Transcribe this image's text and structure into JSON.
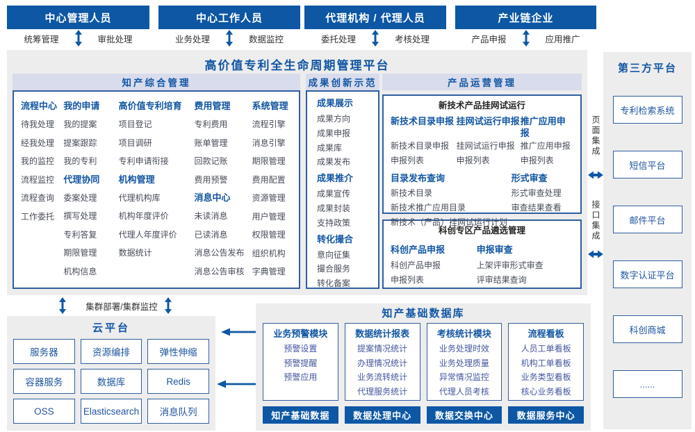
{
  "colors": {
    "primary_blue": "#0d57a4",
    "accent_text": "#1256a3",
    "panel_gray": "#ededed",
    "band_lavender": "#d9dcec",
    "box_border": "#2e5e9f"
  },
  "page": {
    "title": "高价值专利全生命周期管理平台"
  },
  "actors": [
    {
      "name": "中心管理人员",
      "left_action": "统筹管理",
      "right_action": "审批处理"
    },
    {
      "name": "中心工作人员",
      "left_action": "业务处理",
      "right_action": "数据监控"
    },
    {
      "name": "代理机构 / 代理人员",
      "left_action": "委托处理",
      "right_action": "考核处理"
    },
    {
      "name": "产业链企业",
      "left_action": "产品申报",
      "right_action": "应用推广"
    }
  ],
  "sections": {
    "ip": {
      "title": "知产综合管理",
      "columns": [
        {
          "groups": [
            {
              "header": "流程中心",
              "items": [
                "待我处理",
                "经我处理",
                "我的监控",
                "流程监控",
                "流程查询",
                "工作委托"
              ]
            }
          ]
        },
        {
          "groups": [
            {
              "header": "我的申请",
              "items": [
                "我的提案",
                "提案跟踪",
                "我的专利"
              ]
            },
            {
              "header": "代理协同",
              "items": [
                "委案处理",
                "撰写处理",
                "专利答复",
                "期限管理",
                "机构信息"
              ]
            }
          ]
        },
        {
          "groups": [
            {
              "header": "高价值专利培育",
              "items": [
                "项目登记",
                "项目调研",
                "专利申请衔接"
              ]
            },
            {
              "header": "机构管理",
              "items": [
                "代理机构库",
                "机构年度评价",
                "代理人年度评价",
                "数据统计"
              ]
            }
          ]
        },
        {
          "groups": [
            {
              "header": "费用管理",
              "items": [
                "专利费用",
                "账单管理",
                "回款记账",
                "费用预警"
              ]
            },
            {
              "header": "消息中心",
              "items": [
                "未读消息",
                "已读消息",
                "消息公告发布",
                "消息公告审核"
              ]
            }
          ]
        },
        {
          "groups": [
            {
              "header": "系统管理",
              "items": [
                "流程引擎",
                "消息引擎",
                "期限管理",
                "费用配置",
                "资源管理",
                "用户管理",
                "权限管理",
                "组织机构",
                "字典管理"
              ]
            }
          ]
        }
      ]
    },
    "achievement": {
      "title": "成果创新示范",
      "groups": [
        {
          "header": "成果展示",
          "items": [
            "成果方向",
            "成果申报",
            "成果库",
            "成果发布"
          ]
        },
        {
          "header": "成果推介",
          "items": [
            "成果宣传",
            "成果封装",
            "支持政策"
          ]
        },
        {
          "header": "转化撮合",
          "items": [
            "意向征集",
            "撮合服务",
            "转化备案"
          ]
        }
      ]
    },
    "product_ops": {
      "title": "产品运营管理",
      "box_a": {
        "title": "新技术产品挂网试运行",
        "columns": [
          {
            "header": "新技术目录申报",
            "items": [
              "新技术目录申报",
              "申报列表"
            ]
          },
          {
            "header": "挂网试运行申报",
            "items": [
              "挂网试运行申报",
              "申报列表"
            ]
          },
          {
            "header": "推广应用申报",
            "items": [
              "推广应用申报",
              "申报列表"
            ]
          }
        ],
        "footer_groups": [
          {
            "header": "目录发布查询",
            "items": [
              "新技术目录",
              "新技术推广应用目录",
              "新技术（产品）挂网试运行计划"
            ]
          },
          {
            "header": "形式审查",
            "items": [
              "形式审查处理",
              "审查结果查看"
            ]
          }
        ]
      },
      "box_b": {
        "title": "科创专区产品遴选管理",
        "columns": [
          {
            "header": "科创产品申报",
            "items": [
              "科创产品申报",
              "申报列表"
            ]
          },
          {
            "header": "申报审查",
            "items": [
              "上架评审形式审查",
              "评审结果查询"
            ]
          }
        ]
      }
    }
  },
  "connector": {
    "page_integration": "页面集成",
    "api_integration": "接口集成"
  },
  "third_party": {
    "title": "第三方平台",
    "platforms": [
      "专利检索系统",
      "短信平台",
      "邮件平台",
      "数字认证平台",
      "科创商城",
      "......"
    ]
  },
  "cluster_label": "集群部署/集群监控",
  "cloud": {
    "title": "云平台",
    "services": [
      "服务器",
      "资源编排",
      "弹性伸缩",
      "容器服务",
      "数据库",
      "Redis",
      "OSS",
      "Elasticsearch",
      "消息队列"
    ]
  },
  "database": {
    "title": "知产基础数据库",
    "modules": [
      {
        "header": "业务预警模块",
        "items": [
          "预警设置",
          "预警提醒",
          "预警应用"
        ]
      },
      {
        "header": "数据统计报表",
        "items": [
          "提案情况统计",
          "办理情况统计",
          "业务流转统计",
          "代理服务统计"
        ]
      },
      {
        "header": "考核统计模块",
        "items": [
          "业务处理时效",
          "业务处理质量",
          "异常情况监控",
          "代理人员考核"
        ]
      },
      {
        "header": "流程看板",
        "items": [
          "人员工单看板",
          "机构工单看板",
          "业务类型看板",
          "核心业务看板"
        ]
      }
    ],
    "bars": [
      "知产基础数据",
      "数据处理中心",
      "数据交换中心",
      "数据服务中心"
    ]
  }
}
